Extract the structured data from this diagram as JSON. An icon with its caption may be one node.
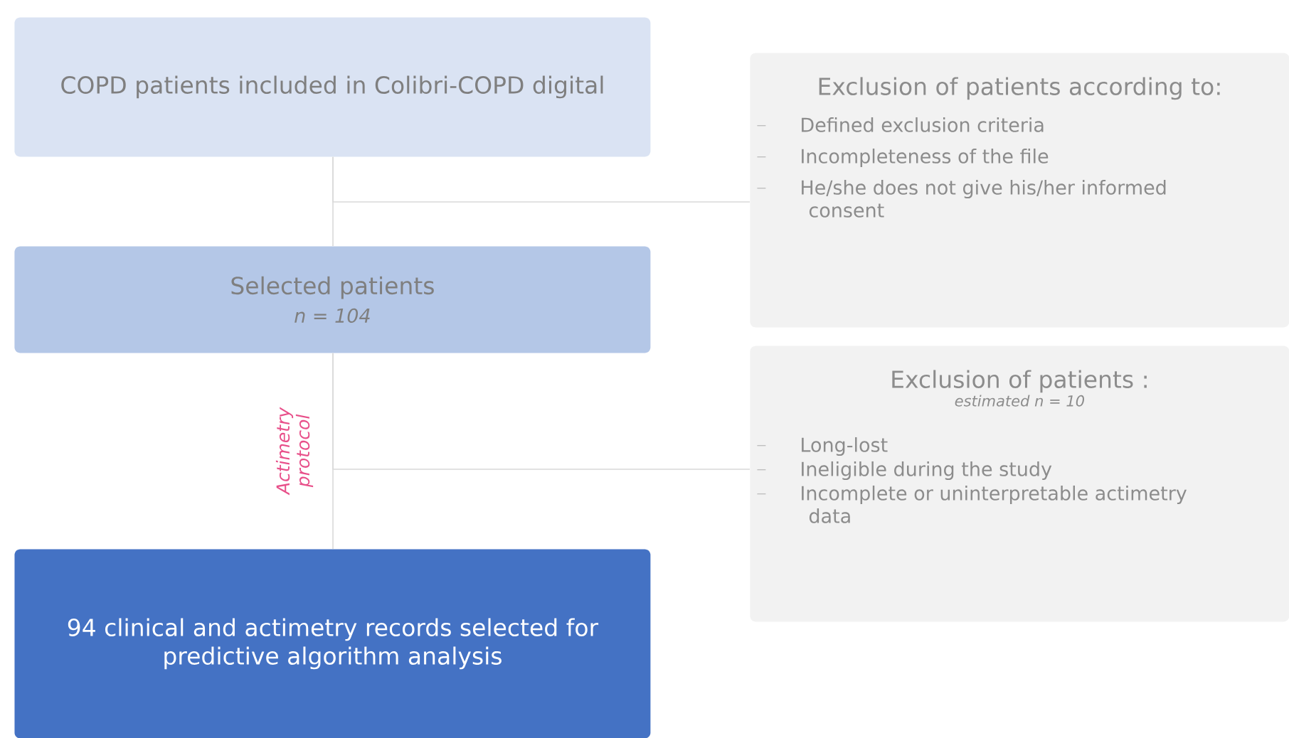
{
  "diagram": {
    "nodes": [
      {
        "text": [
          "COPD patients included in Colibri-COPD digital"
        ]
      },
      {
        "text": [
          "Selected patients",
          "n = 104"
        ]
      },
      {
        "text": [
          "94 clinical and actimetry records selected for predictive algorithm analysis"
        ]
      },
      {
        "text": [
          "Exclusion of patients according to:",
          "Defined exclusion criteria",
          "Incompleteness of the file",
          "He/she does not give his/her informed consent"
        ]
      },
      {
        "text": [
          "Exclusion of patients :",
          "estimated n = 10",
          "Long-lost",
          "Ineligible during the study",
          "Incomplete or uninterpretable actimetry data"
        ]
      }
    ],
    "edges": [
      {
        "from": 0,
        "to": 1,
        "arrow": "none"
      },
      {
        "from": 0,
        "to": 3,
        "arrow": "none"
      },
      {
        "from": 1,
        "to": 2,
        "arrow": "none",
        "label": "Actimetry protocol"
      },
      {
        "from": 1,
        "to": 4,
        "arrow": "none"
      }
    ]
  }
}
